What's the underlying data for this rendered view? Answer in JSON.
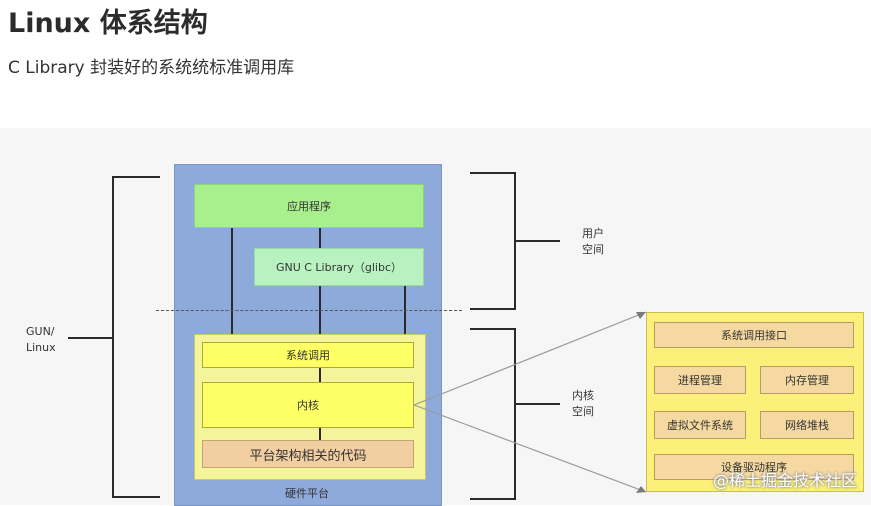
{
  "heading": {
    "title": "Linux 体系结构",
    "subtitle": "C Library 封装好的系统统标准调用库"
  },
  "diagram": {
    "outer_label": "GUN/\nLinux",
    "user_space_label": "用户\n空间",
    "kernel_space_label": "内核\n空间",
    "app_box": "应用程序",
    "glibc_box": "GNU C Library（glibc）",
    "syscall_box": "系统调用",
    "kernel_box": "内核",
    "arch_box": "平台架构相关的代码",
    "hardware_label": "硬件平台",
    "detail": {
      "syscall_interface": "系统调用接口",
      "process_mgmt": "进程管理",
      "memory_mgmt": "内存管理",
      "vfs": "虚拟文件系统",
      "network_stack": "网络堆栈",
      "device_drivers": "设备驱动程序"
    }
  },
  "watermark": "@稀土掘金技术社区",
  "colors": {
    "platform_blue": "#8eaadb",
    "app_green": "#a8f08e",
    "glibc_green": "#b8f2c0",
    "kernel_region": "#f4f59a",
    "kernel_yellow": "#ffff66",
    "arch_tan": "#f2cfa0",
    "detail_panel": "#fbf07a",
    "detail_box": "#f5d9a0"
  }
}
